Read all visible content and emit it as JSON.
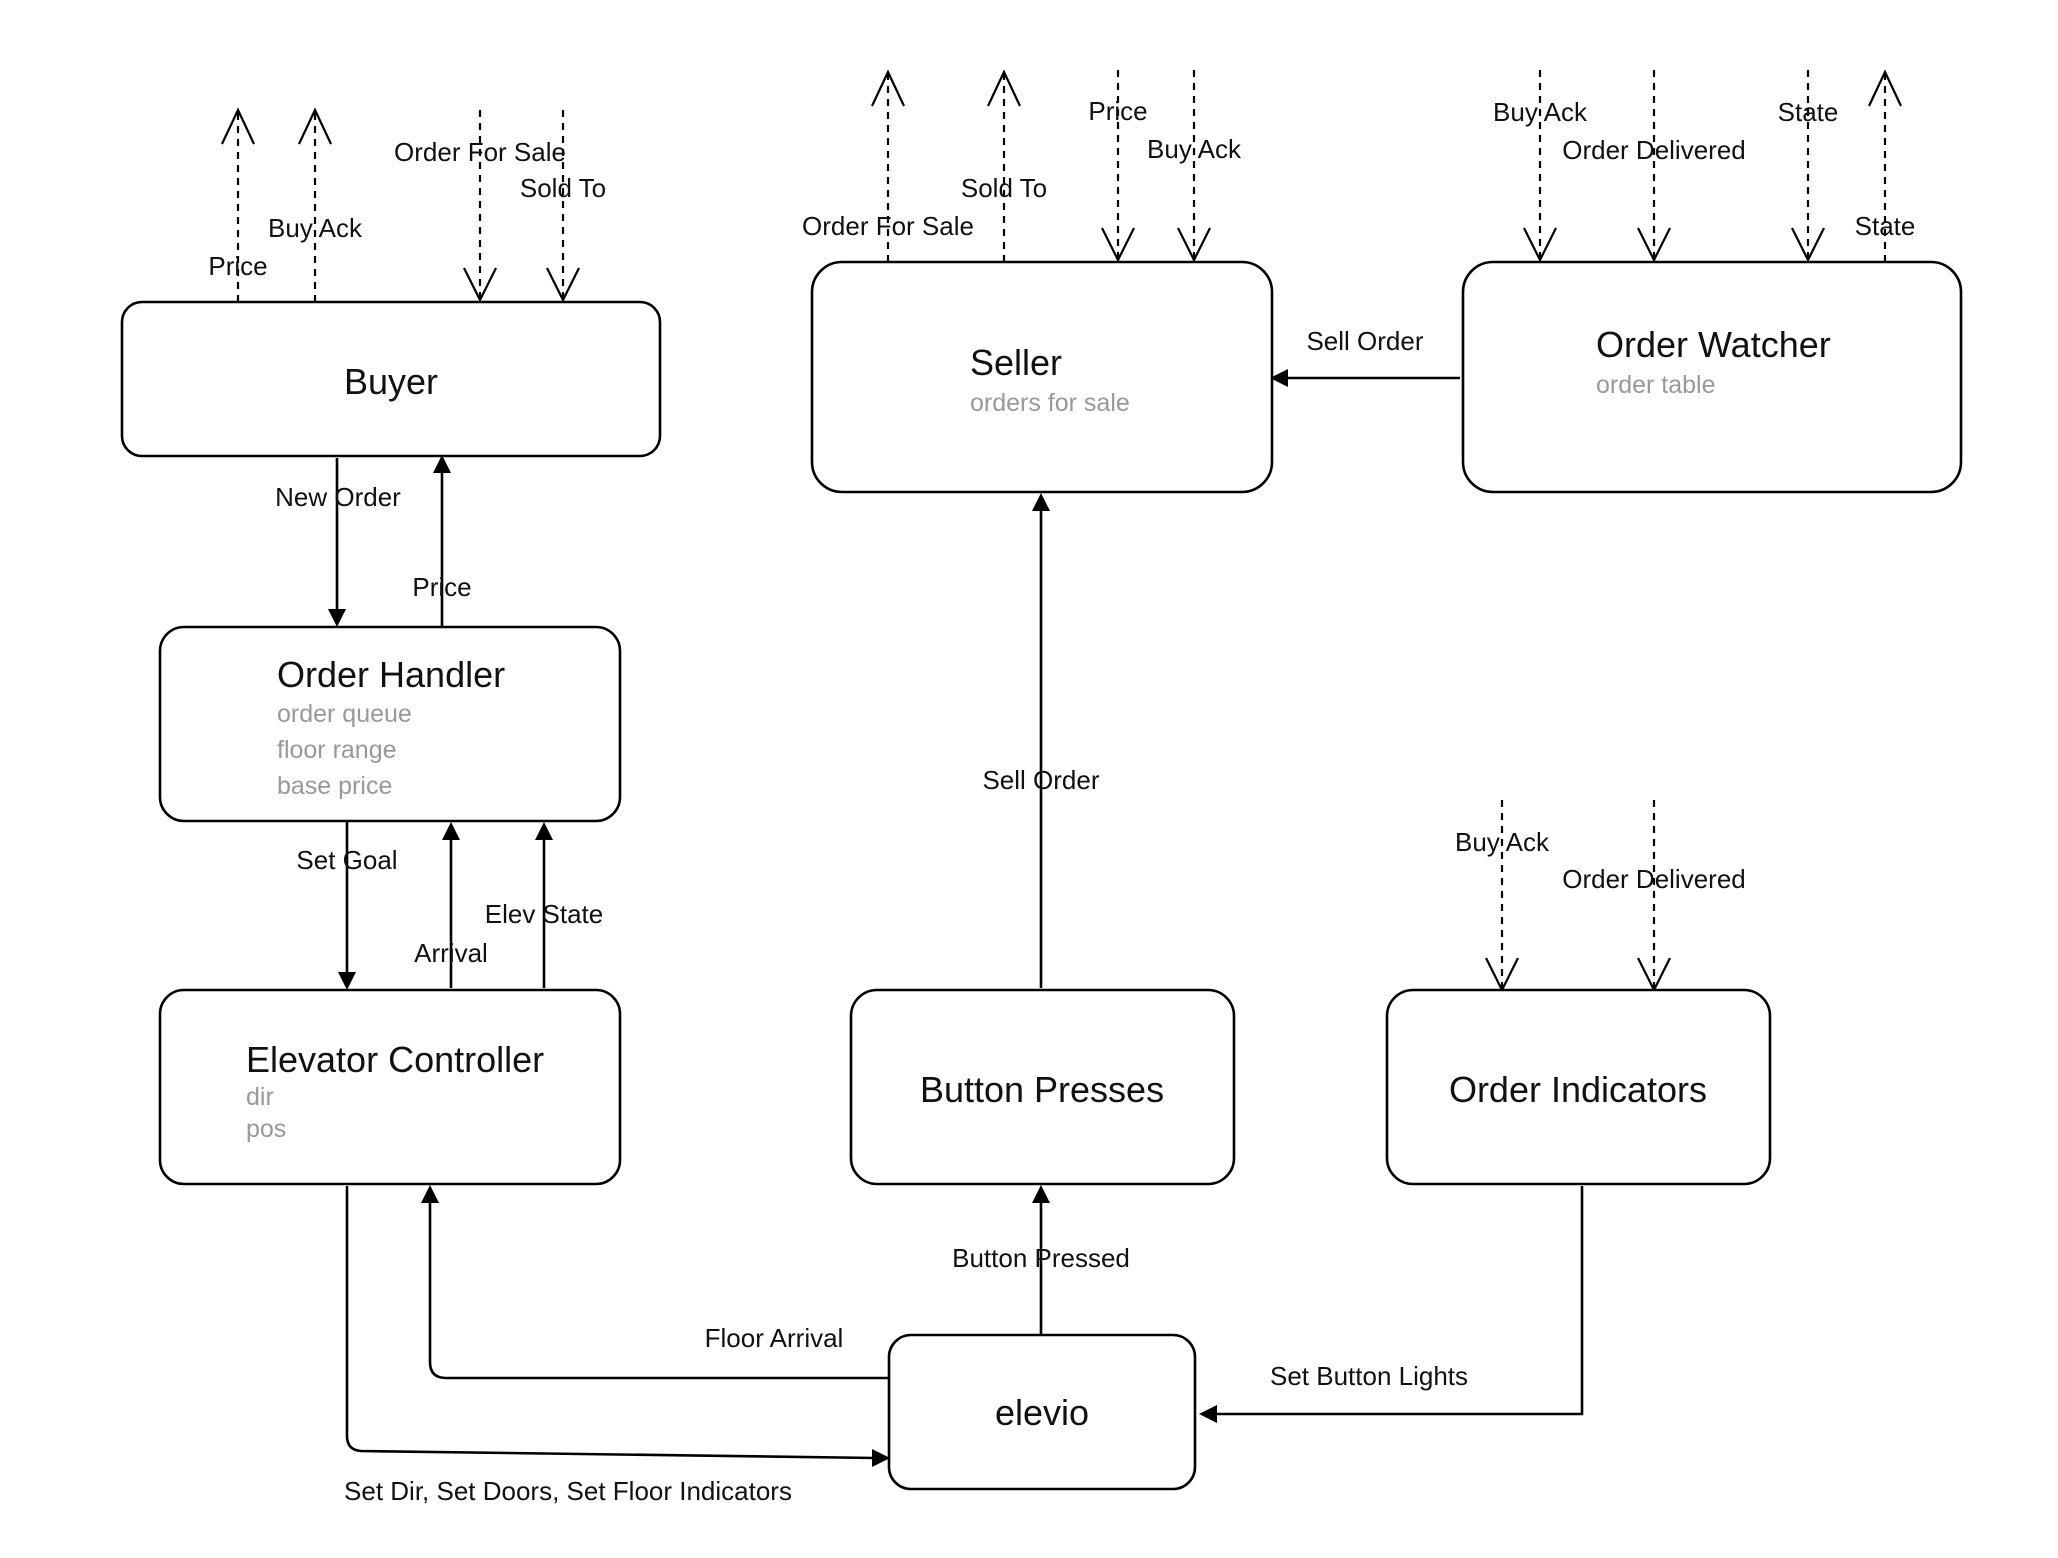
{
  "nodes": {
    "buyer": {
      "title": "Buyer",
      "attrs": []
    },
    "order_handler": {
      "title": "Order Handler",
      "attrs": [
        "order queue",
        "floor range",
        "base price"
      ]
    },
    "elevator_controller": {
      "title": "Elevator Controller",
      "attrs": [
        "dir",
        "pos"
      ]
    },
    "seller": {
      "title": "Seller",
      "attrs": [
        "orders for sale"
      ]
    },
    "order_watcher": {
      "title": "Order Watcher",
      "attrs": [
        "order table"
      ]
    },
    "button_presses": {
      "title": "Button Presses",
      "attrs": []
    },
    "order_indicators": {
      "title": "Order Indicators",
      "attrs": []
    },
    "elevio": {
      "title": "elevio",
      "attrs": []
    }
  },
  "edges": {
    "buyer_new_order": "New Order",
    "buyer_price": "Price",
    "handler_set_goal": "Set Goal",
    "handler_arrival": "Arrival",
    "handler_elev_state": "Elev State",
    "watcher_sell_order": "Sell Order",
    "buttons_sell_order": "Sell Order",
    "elevio_button_pressed": "Button Pressed",
    "elevio_floor_arrival": "Floor Arrival",
    "indicators_set_button_lights": "Set Button Lights",
    "controller_set_outputs": "Set Dir, Set Doors, Set Floor Indicators"
  },
  "external": {
    "buyer_out_price": "Price",
    "buyer_out_buy_ack": "Buy Ack",
    "buyer_in_order_for_sale": "Order For Sale",
    "buyer_in_sold_to": "Sold To",
    "seller_out_order_for_sale": "Order For Sale",
    "seller_out_sold_to": "Sold To",
    "seller_in_price": "Price",
    "seller_in_buy_ack": "Buy Ack",
    "watcher_in_buy_ack": "Buy Ack",
    "watcher_in_order_delivered": "Order Delivered",
    "watcher_in_state": "State",
    "watcher_out_state": "State",
    "indicators_in_buy_ack": "Buy Ack",
    "indicators_in_order_delivered": "Order Delivered"
  }
}
